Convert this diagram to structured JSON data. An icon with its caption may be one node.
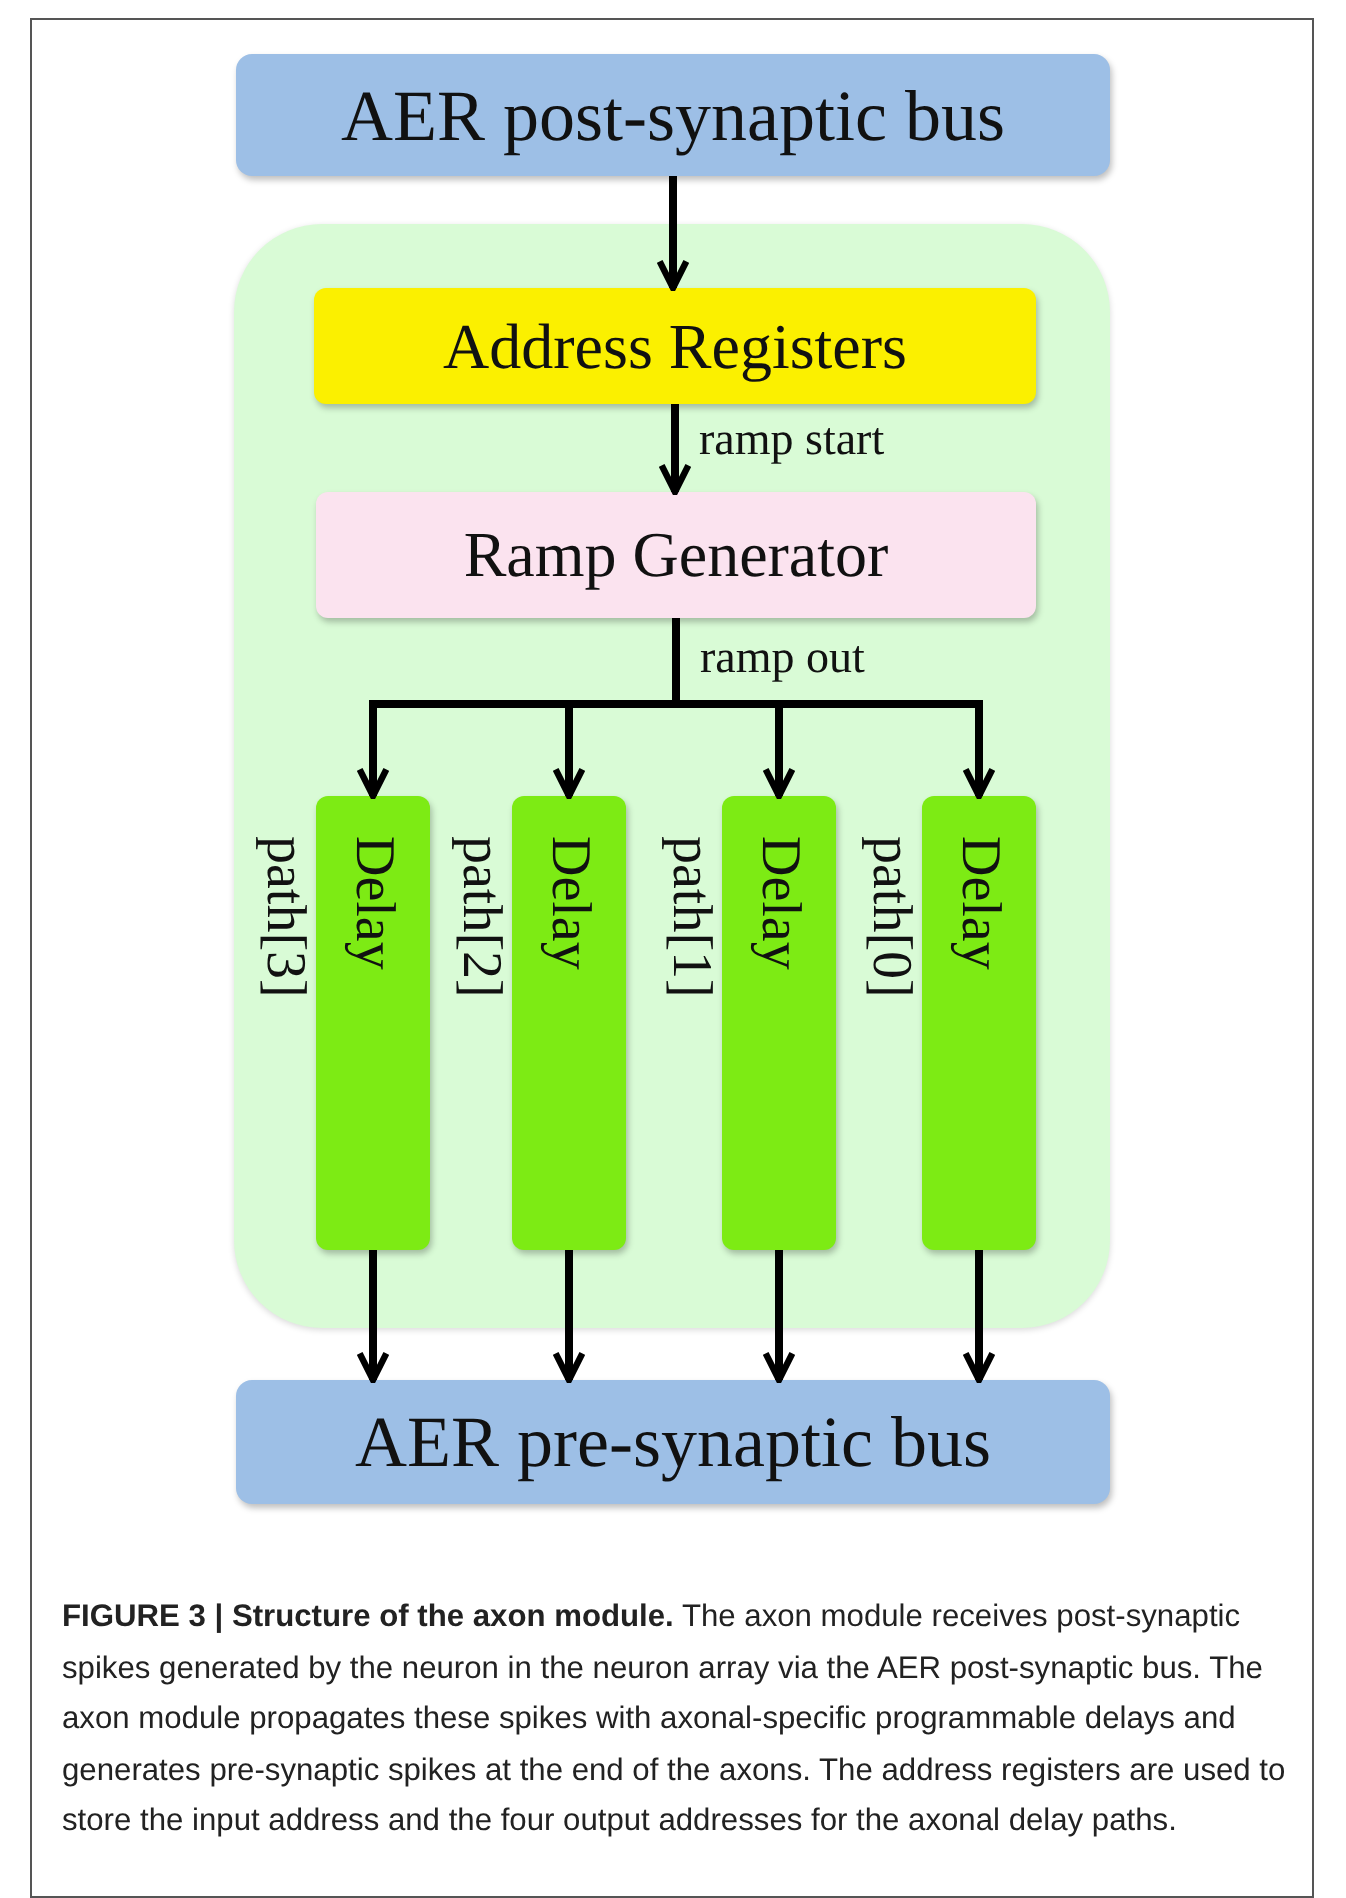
{
  "diagram": {
    "caption": "**FIGURE 3 | Structure of the axon module.** The axon module receives post-synaptic spikes generated by the neuron in the neuron array via the AER post-synaptic bus. The axon module propagates these spikes with axonal-specific programmable delays and generates pre-synaptic spikes at the end of the axons. The address registers are used to store the input address and the four output addresses for the axonal delay paths.",
    "nodes": [
      {
        "text": [
          "AER post-synaptic bus"
        ]
      },
      {
        "text": [],
        "shape": "box"
      },
      {
        "text": [
          "Address Registers"
        ],
        "in": 1
      },
      {
        "text": [
          "Ramp Generator"
        ],
        "in": 1
      },
      {
        "text": [
          "Delay"
        ],
        "beside": [
          "path[3]"
        ],
        "in": 1
      },
      {
        "text": [
          "Delay"
        ],
        "beside": [
          "path[2]"
        ],
        "in": 1
      },
      {
        "text": [
          "Delay"
        ],
        "beside": [
          "path[1]"
        ],
        "in": 1
      },
      {
        "text": [
          "Delay"
        ],
        "beside": [
          "path[0]"
        ],
        "in": 1
      },
      {
        "text": [
          "AER pre-synaptic bus"
        ]
      }
    ],
    "edges": [
      {
        "from": 0,
        "to": 2,
        "arrow": "to"
      },
      {
        "from": 2,
        "to": 3,
        "arrow": "to",
        "label": "ramp start"
      },
      {
        "from": 3,
        "to": 4,
        "arrow": "to",
        "label": "ramp out"
      },
      {
        "from": 3,
        "to": 5,
        "arrow": "to"
      },
      {
        "from": 3,
        "to": 6,
        "arrow": "to"
      },
      {
        "from": 3,
        "to": 7,
        "arrow": "to"
      },
      {
        "from": 4,
        "to": 8,
        "arrow": "to"
      },
      {
        "from": 5,
        "to": 8,
        "arrow": "to"
      },
      {
        "from": 6,
        "to": 8,
        "arrow": "to"
      },
      {
        "from": 7,
        "to": 8,
        "arrow": "to"
      }
    ]
  }
}
